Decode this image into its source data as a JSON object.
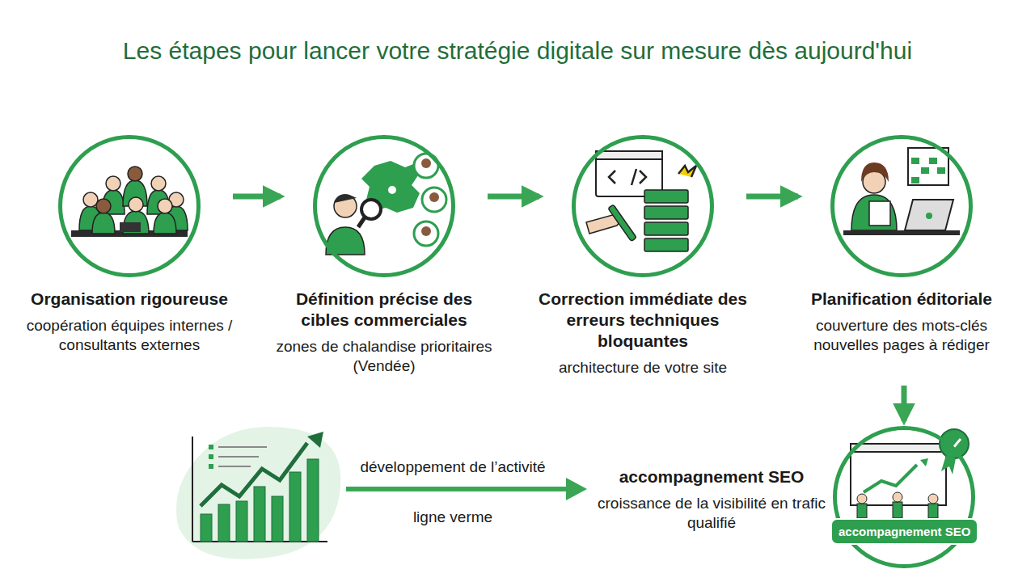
{
  "diagram": {
    "title": "Les étapes pour lancer votre stratégie digitale sur mesure dès aujourd'hui",
    "nodes": [
      {
        "text": [
          "Organisation rigoureuse",
          "coopération équipes internes / consultants externes"
        ]
      },
      {
        "text": [
          "Définition précise des cibles commerciales",
          "zones de chalandise prioritaires (Vendée)"
        ]
      },
      {
        "text": [
          "Correction immédiate des erreurs techniques bloquantes",
          "architecture de votre site"
        ]
      },
      {
        "text": [
          "Planification éditoriale",
          "couverture des mots-clés nouvelles pages à rédiger"
        ]
      },
      {
        "text": [
          "accompagnement SEO",
          "croissance de la visibilité en trafic qualifié"
        ]
      },
      {
        "text": [
          "accompagnement SEO"
        ],
        "in": 4
      }
    ],
    "edges": [
      {
        "from": 0,
        "to": 1,
        "arrow": "to"
      },
      {
        "from": 1,
        "to": 2,
        "arrow": "to"
      },
      {
        "from": 2,
        "to": 3,
        "arrow": "to"
      },
      {
        "from": 3,
        "to": 4,
        "arrow": "to"
      }
    ],
    "labels": [
      "développement de l’activité",
      "ligne verme"
    ]
  }
}
